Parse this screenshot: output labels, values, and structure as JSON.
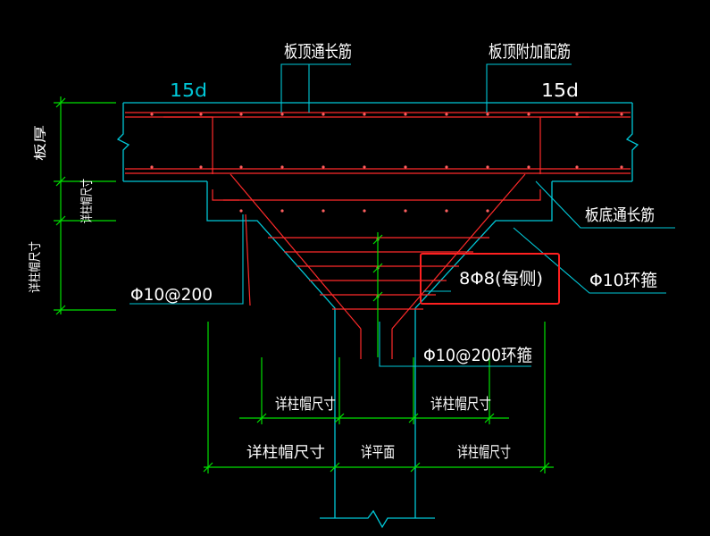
{
  "labels": {
    "top_continuous": "板顶通长筋",
    "top_additional": "板顶附加配筋",
    "anchor_left": "15d",
    "anchor_right": "15d",
    "bottom_continuous": "板底通长筋",
    "slab_thickness": "板厚",
    "cap_size_vertical_upper": "详柱帽尺寸",
    "cap_size_vertical_lower": "详柱帽尺寸",
    "stirrup_side": "Φ10@200",
    "bars_each_side": "8Φ8(每侧)",
    "ring_stirrup_right": "Φ10环箍",
    "ring_stirrup_center": "Φ10@200环箍",
    "cap_size_upper_left": "详柱帽尺寸",
    "cap_size_upper_right": "详柱帽尺寸",
    "cap_size_lower_left": "详柱帽尺寸",
    "cap_size_lower_right": "详柱帽尺寸",
    "see_plan": "详平面"
  },
  "colors": {
    "background": "#000000",
    "concrete_outline": "#00c8d8",
    "rebar": "#ff2a2a",
    "dimension": "#00e000",
    "text": "#ffffff",
    "highlight_box": "#ff2020"
  }
}
